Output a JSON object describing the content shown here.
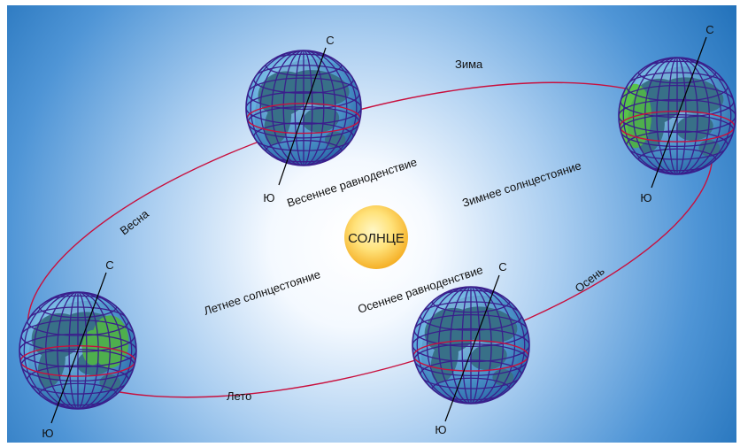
{
  "colors": {
    "sky_edge": "#1f6fb8",
    "sky_glow": "#ffffff",
    "sun_core": "#ffe27a",
    "sun_edge": "#f5b027",
    "orbit": "#c8103e",
    "globe_grid": "#3a1f8c",
    "ocean": "#1c5b9c",
    "land": "#3f7a8e",
    "land_lit": "#58c24a",
    "axis": "#000000"
  },
  "sun": {
    "label": "СОЛНЦЕ"
  },
  "seasons": {
    "spring": "Весна",
    "winter": "Зима",
    "autumn": "Осень",
    "summer": "Лето"
  },
  "events": {
    "vernal_equinox": "Весеннее равноденствие",
    "winter_solstice": "Зимнее солнцестояние",
    "summer_solstice": "Летнее солнцестояние",
    "autumnal_equinox": "Осеннее равноденствие"
  },
  "poles": {
    "north": "С",
    "south": "Ю"
  },
  "globes": [
    {
      "id": "top",
      "icon": "globe-icon"
    },
    {
      "id": "right",
      "icon": "globe-icon"
    },
    {
      "id": "bottom",
      "icon": "globe-icon"
    },
    {
      "id": "left",
      "icon": "globe-icon"
    }
  ]
}
